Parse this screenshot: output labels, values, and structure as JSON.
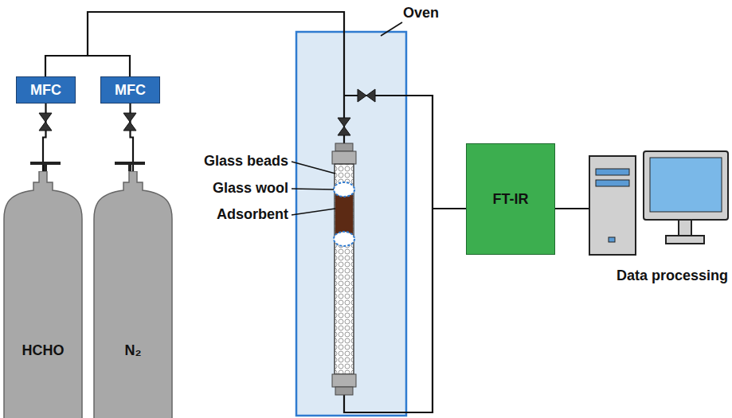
{
  "diagram": {
    "nodes": [
      {
        "text": [
          "MFC"
        ]
      },
      {
        "text": [
          "MFC"
        ]
      },
      {
        "text": [
          "HCHO"
        ]
      },
      {
        "text": [
          "N₂"
        ]
      },
      {
        "text": [
          "FT-IR"
        ]
      }
    ],
    "edges": [
      {
        "from": 2,
        "to": 0,
        "arrow": "none"
      },
      {
        "from": 3,
        "to": 1,
        "arrow": "none"
      }
    ],
    "labels": [
      "Oven",
      "Glass beads",
      "Glass wool",
      "Adsorbent",
      "Data processing"
    ]
  }
}
